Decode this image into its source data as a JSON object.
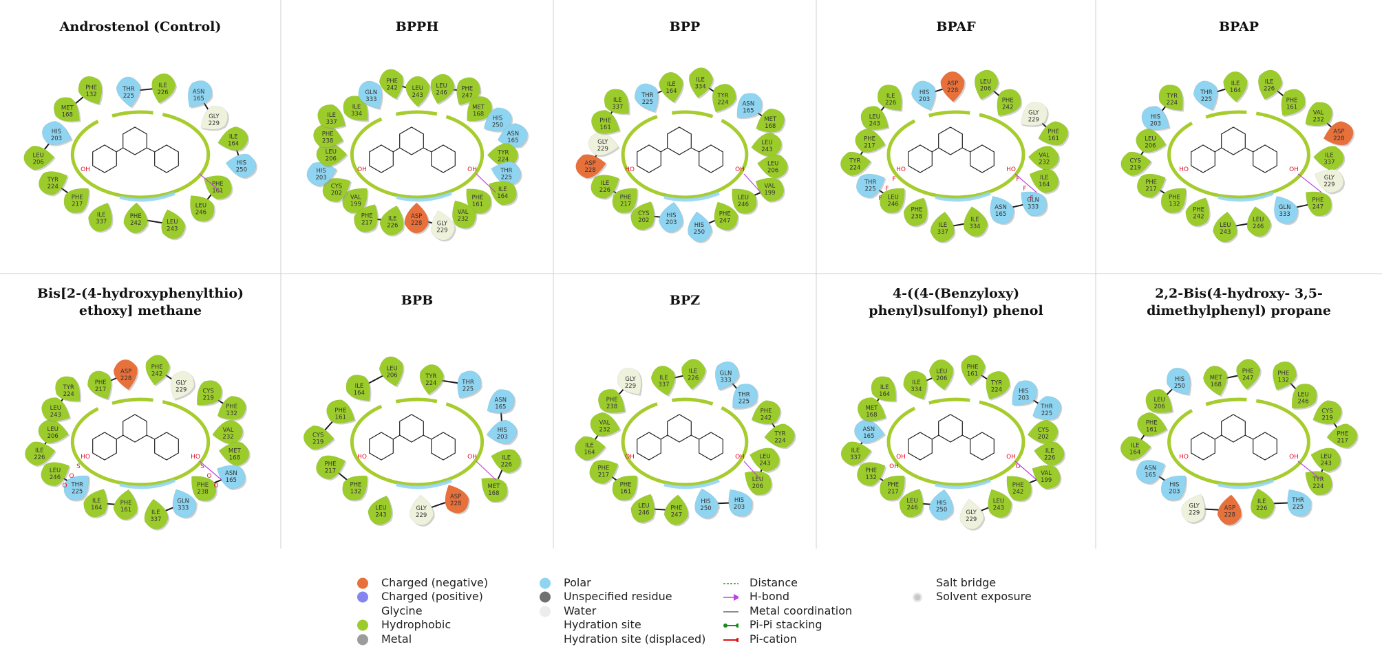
{
  "panels": [
    {
      "title_lines": [
        "Androstenol (Control)"
      ],
      "residues": [
        [
          "PHE",
          "217",
          "h"
        ],
        [
          "TYR",
          "224",
          "h"
        ],
        [
          "LEU",
          "206",
          "h"
        ],
        [
          "HIS",
          "203",
          "p"
        ],
        [
          "MET",
          "168",
          "h"
        ],
        [
          "PHE",
          "132",
          "h"
        ],
        [
          "THR",
          "225",
          "p"
        ],
        [
          "ILE",
          "226",
          "h"
        ],
        [
          "ASN",
          "165",
          "p"
        ],
        [
          "GLY",
          "229",
          "g"
        ],
        [
          "ILE",
          "164",
          "h"
        ],
        [
          "HIS",
          "250",
          "p"
        ],
        [
          "PHE",
          "161",
          "h"
        ],
        [
          "LEU",
          "246",
          "h"
        ],
        [
          "LEU",
          "243",
          "h"
        ],
        [
          "PHE",
          "242",
          "h"
        ],
        [
          "ILE",
          "337",
          "h"
        ]
      ],
      "ligand_labels": [
        "OH"
      ]
    },
    {
      "title_lines": [
        "BPPH"
      ],
      "residues": [
        [
          "VAL",
          "199",
          "h"
        ],
        [
          "CYS",
          "202",
          "h"
        ],
        [
          "HIS",
          "203",
          "p"
        ],
        [
          "LEU",
          "206",
          "h"
        ],
        [
          "PHE",
          "238",
          "h"
        ],
        [
          "ILE",
          "337",
          "h"
        ],
        [
          "ILE",
          "334",
          "h"
        ],
        [
          "GLN",
          "333",
          "p"
        ],
        [
          "PHE",
          "242",
          "h"
        ],
        [
          "LEU",
          "243",
          "h"
        ],
        [
          "LEU",
          "246",
          "h"
        ],
        [
          "PHE",
          "247",
          "h"
        ],
        [
          "MET",
          "168",
          "h"
        ],
        [
          "HIS",
          "250",
          "p"
        ],
        [
          "ASN",
          "165",
          "p"
        ],
        [
          "TYR",
          "224",
          "h"
        ],
        [
          "THR",
          "225",
          "p"
        ],
        [
          "ILE",
          "164",
          "h"
        ],
        [
          "PHE",
          "161",
          "h"
        ],
        [
          "VAL",
          "232",
          "h"
        ],
        [
          "GLY",
          "229",
          "g"
        ],
        [
          "ASP",
          "228",
          "n"
        ],
        [
          "ILE",
          "226",
          "h"
        ],
        [
          "PHE",
          "217",
          "h"
        ]
      ],
      "ligand_labels": [
        "OH",
        "OH"
      ]
    },
    {
      "title_lines": [
        "BPP"
      ],
      "residues": [
        [
          "PHE",
          "217",
          "h"
        ],
        [
          "ILE",
          "226",
          "h"
        ],
        [
          "ASP",
          "228",
          "n"
        ],
        [
          "GLY",
          "229",
          "g"
        ],
        [
          "PHE",
          "161",
          "h"
        ],
        [
          "ILE",
          "337",
          "h"
        ],
        [
          "THR",
          "225",
          "p"
        ],
        [
          "ILE",
          "164",
          "h"
        ],
        [
          "ILE",
          "334",
          "h"
        ],
        [
          "TYR",
          "224",
          "h"
        ],
        [
          "ASN",
          "165",
          "p"
        ],
        [
          "MET",
          "168",
          "h"
        ],
        [
          "LEU",
          "243",
          "h"
        ],
        [
          "LEU",
          "206",
          "h"
        ],
        [
          "VAL",
          "199",
          "h"
        ],
        [
          "LEU",
          "246",
          "h"
        ],
        [
          "PHE",
          "247",
          "h"
        ],
        [
          "HIS",
          "250",
          "p"
        ],
        [
          "HIS",
          "203",
          "p"
        ],
        [
          "CYS",
          "202",
          "h"
        ]
      ],
      "ligand_labels": [
        "HO",
        "OH"
      ]
    },
    {
      "title_lines": [
        "BPAF"
      ],
      "residues": [
        [
          "LEU",
          "246",
          "h"
        ],
        [
          "THR",
          "225",
          "p"
        ],
        [
          "TYR",
          "224",
          "h"
        ],
        [
          "PHE",
          "217",
          "h"
        ],
        [
          "LEU",
          "243",
          "h"
        ],
        [
          "ILE",
          "226",
          "h"
        ],
        [
          "HIS",
          "203",
          "p"
        ],
        [
          "ASP",
          "228",
          "n"
        ],
        [
          "LEU",
          "206",
          "h"
        ],
        [
          "PHE",
          "242",
          "h"
        ],
        [
          "GLY",
          "229",
          "g"
        ],
        [
          "PHE",
          "161",
          "h"
        ],
        [
          "VAL",
          "232",
          "h"
        ],
        [
          "ILE",
          "164",
          "h"
        ],
        [
          "GLN",
          "333",
          "p"
        ],
        [
          "ASN",
          "165",
          "p"
        ],
        [
          "ILE",
          "334",
          "h"
        ],
        [
          "ILE",
          "337",
          "h"
        ],
        [
          "PHE",
          "238",
          "h"
        ]
      ],
      "ligand_labels": [
        "HO",
        "HO",
        "F",
        "F",
        "F",
        "F",
        "F",
        "F"
      ]
    },
    {
      "title_lines": [
        "BPAP"
      ],
      "residues": [
        [
          "PHE",
          "132",
          "h"
        ],
        [
          "PHE",
          "217",
          "h"
        ],
        [
          "CYS",
          "219",
          "h"
        ],
        [
          "LEU",
          "206",
          "h"
        ],
        [
          "HIS",
          "203",
          "p"
        ],
        [
          "TYR",
          "224",
          "h"
        ],
        [
          "THR",
          "225",
          "p"
        ],
        [
          "ILE",
          "164",
          "h"
        ],
        [
          "ILE",
          "226",
          "h"
        ],
        [
          "PHE",
          "161",
          "h"
        ],
        [
          "VAL",
          "232",
          "h"
        ],
        [
          "ASP",
          "228",
          "n"
        ],
        [
          "ILE",
          "337",
          "h"
        ],
        [
          "GLY",
          "229",
          "g"
        ],
        [
          "PHE",
          "247",
          "h"
        ],
        [
          "GLN",
          "333",
          "p"
        ],
        [
          "LEU",
          "246",
          "h"
        ],
        [
          "LEU",
          "243",
          "h"
        ],
        [
          "PHE",
          "242",
          "h"
        ]
      ],
      "ligand_labels": [
        "HO",
        "OH"
      ]
    },
    {
      "title_lines": [
        "Bis[2-(4-hydroxyphenylthio)",
        "ethoxy] methane"
      ],
      "residues": [
        [
          "THR",
          "225",
          "p"
        ],
        [
          "LEU",
          "246",
          "h"
        ],
        [
          "ILE",
          "226",
          "h"
        ],
        [
          "LEU",
          "206",
          "h"
        ],
        [
          "LEU",
          "243",
          "h"
        ],
        [
          "TYR",
          "224",
          "h"
        ],
        [
          "PHE",
          "217",
          "h"
        ],
        [
          "ASP",
          "228",
          "n"
        ],
        [
          "PHE",
          "242",
          "h"
        ],
        [
          "GLY",
          "229",
          "g"
        ],
        [
          "CYS",
          "219",
          "h"
        ],
        [
          "PHE",
          "132",
          "h"
        ],
        [
          "VAL",
          "232",
          "h"
        ],
        [
          "MET",
          "168",
          "h"
        ],
        [
          "ASN",
          "165",
          "p"
        ],
        [
          "PHE",
          "238",
          "h"
        ],
        [
          "GLN",
          "333",
          "p"
        ],
        [
          "ILE",
          "337",
          "h"
        ],
        [
          "PHE",
          "161",
          "h"
        ],
        [
          "ILE",
          "164",
          "h"
        ]
      ],
      "ligand_labels": [
        "HO",
        "HO",
        "S",
        "S",
        "O",
        "O",
        "O",
        "O"
      ]
    },
    {
      "title_lines": [
        "BPB"
      ],
      "residues": [
        [
          "PHE",
          "132",
          "h"
        ],
        [
          "PHE",
          "217",
          "h"
        ],
        [
          "CYS",
          "219",
          "h"
        ],
        [
          "PHE",
          "161",
          "h"
        ],
        [
          "ILE",
          "164",
          "h"
        ],
        [
          "LEU",
          "206",
          "h"
        ],
        [
          "TYR",
          "224",
          "h"
        ],
        [
          "THR",
          "225",
          "p"
        ],
        [
          "ASN",
          "165",
          "p"
        ],
        [
          "HIS",
          "203",
          "p"
        ],
        [
          "ILE",
          "226",
          "h"
        ],
        [
          "MET",
          "168",
          "h"
        ],
        [
          "ASP",
          "228",
          "n"
        ],
        [
          "GLY",
          "229",
          "g"
        ],
        [
          "LEU",
          "243",
          "h"
        ]
      ],
      "ligand_labels": [
        "HO",
        "OH"
      ]
    },
    {
      "title_lines": [
        "BPZ"
      ],
      "residues": [
        [
          "PHE",
          "161",
          "h"
        ],
        [
          "PHE",
          "217",
          "h"
        ],
        [
          "ILE",
          "164",
          "h"
        ],
        [
          "VAL",
          "232",
          "h"
        ],
        [
          "PHE",
          "238",
          "h"
        ],
        [
          "GLY",
          "229",
          "g"
        ],
        [
          "ILE",
          "337",
          "h"
        ],
        [
          "ILE",
          "226",
          "h"
        ],
        [
          "GLN",
          "333",
          "p"
        ],
        [
          "THR",
          "225",
          "p"
        ],
        [
          "PHE",
          "242",
          "h"
        ],
        [
          "TYR",
          "224",
          "h"
        ],
        [
          "LEU",
          "243",
          "h"
        ],
        [
          "LEU",
          "206",
          "h"
        ],
        [
          "HIS",
          "203",
          "p"
        ],
        [
          "HIS",
          "250",
          "p"
        ],
        [
          "PHE",
          "247",
          "h"
        ],
        [
          "LEU",
          "246",
          "h"
        ]
      ],
      "ligand_labels": [
        "OH",
        "OH"
      ]
    },
    {
      "title_lines": [
        "4-((4-(Benzyloxy)",
        "phenyl)sulfonyl) phenol"
      ],
      "residues": [
        [
          "PHE",
          "217",
          "h"
        ],
        [
          "PHE",
          "132",
          "h"
        ],
        [
          "ILE",
          "337",
          "h"
        ],
        [
          "ASN",
          "165",
          "p"
        ],
        [
          "MET",
          "168",
          "h"
        ],
        [
          "ILE",
          "164",
          "h"
        ],
        [
          "ILE",
          "334",
          "h"
        ],
        [
          "LEU",
          "206",
          "h"
        ],
        [
          "PHE",
          "161",
          "h"
        ],
        [
          "TYR",
          "224",
          "h"
        ],
        [
          "HIS",
          "203",
          "p"
        ],
        [
          "THR",
          "225",
          "p"
        ],
        [
          "CYS",
          "202",
          "h"
        ],
        [
          "ILE",
          "226",
          "h"
        ],
        [
          "VAL",
          "199",
          "h"
        ],
        [
          "PHE",
          "242",
          "h"
        ],
        [
          "LEU",
          "243",
          "h"
        ],
        [
          "GLY",
          "229",
          "g"
        ],
        [
          "HIS",
          "250",
          "p"
        ],
        [
          "LEU",
          "246",
          "h"
        ]
      ],
      "ligand_labels": [
        "OH",
        "OH",
        "OH",
        "O"
      ]
    },
    {
      "title_lines": [
        "2,2-Bis(4-hydroxy- 3,5-",
        "dimethylphenyl) propane"
      ],
      "residues": [
        [
          "HIS",
          "203",
          "p"
        ],
        [
          "ASN",
          "165",
          "p"
        ],
        [
          "ILE",
          "164",
          "h"
        ],
        [
          "PHE",
          "161",
          "h"
        ],
        [
          "LEU",
          "206",
          "h"
        ],
        [
          "HIS",
          "250",
          "p"
        ],
        [
          "MET",
          "168",
          "h"
        ],
        [
          "PHE",
          "247",
          "h"
        ],
        [
          "PHE",
          "132",
          "h"
        ],
        [
          "LEU",
          "246",
          "h"
        ],
        [
          "CYS",
          "219",
          "h"
        ],
        [
          "PHE",
          "217",
          "h"
        ],
        [
          "LEU",
          "243",
          "h"
        ],
        [
          "TYR",
          "224",
          "h"
        ],
        [
          "THR",
          "225",
          "p"
        ],
        [
          "ILE",
          "226",
          "h"
        ],
        [
          "ASP",
          "228",
          "n"
        ],
        [
          "GLY",
          "229",
          "g"
        ]
      ],
      "ligand_labels": [
        "HO",
        "OH"
      ]
    }
  ],
  "colors": {
    "hydrophobic": "#9ccc2c",
    "polar": "#8fd4f0",
    "negative": "#e8703a",
    "glycine": "#eef2dc",
    "pocket_line": "#a6cc2e",
    "hbond": "#c040e0"
  },
  "legend": {
    "col1": [
      "Charged (negative)",
      "Charged (positive)",
      "Glycine",
      "Hydrophobic",
      "Metal"
    ],
    "col2": [
      "Polar",
      "Unspecified residue",
      "Water",
      "Hydration site",
      "Hydration site (displaced)"
    ],
    "col3": [
      "Distance",
      "H-bond",
      "Metal coordination",
      "Pi-Pi stacking",
      "Pi-cation"
    ],
    "col4": [
      "Salt bridge",
      "Solvent exposure"
    ]
  }
}
